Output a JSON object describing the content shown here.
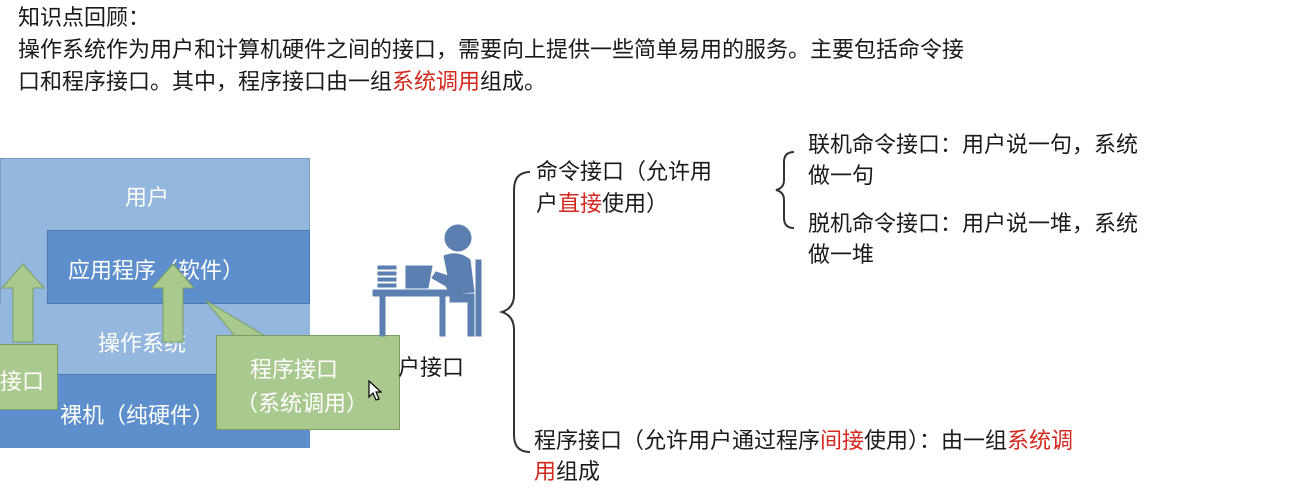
{
  "intro": {
    "title": "知识点回顾：",
    "line1": "操作系统作为用户和计算机硬件之间的接口，需要向上提供一些简单易用的服务。主要包括命令接",
    "line2_pre": "口和程序接口。其中，程序接口由一组",
    "line2_red": "系统调用",
    "line2_post": "组成。"
  },
  "diagram": {
    "user": "用户",
    "app": "应用程序（软件）",
    "os": "操作系统",
    "hardware": "裸机（纯硬件）",
    "left_callout": "接口",
    "program_callout_line1": "程序接口",
    "program_callout_line2": "（系统调用）",
    "user_interface_label": "户接口"
  },
  "tree": {
    "cmd_pre": "命令接口（允许用",
    "cmd_line2_pre": "户",
    "cmd_line2_red": "直接",
    "cmd_line2_post": "使用）",
    "online_line1": "联机命令接口：用户说一句，系统",
    "online_line2": "做一句",
    "offline_line1": "脱机命令接口：用户说一堆，系统",
    "offline_line2": "做一堆",
    "prog_pre": "程序接口（允许用户通过程序",
    "prog_red": "间接",
    "prog_mid": "使用）：由一组",
    "prog_red2": "系统调",
    "prog_line2_red": "用",
    "prog_line2_post": "组成"
  },
  "colors": {
    "accent_red": "#d4281e",
    "layer_light": "#94b7dd",
    "layer_dark": "#5c8fcb",
    "callout_green": "#a9c98f",
    "icon_blue": "#5b7fb0"
  }
}
